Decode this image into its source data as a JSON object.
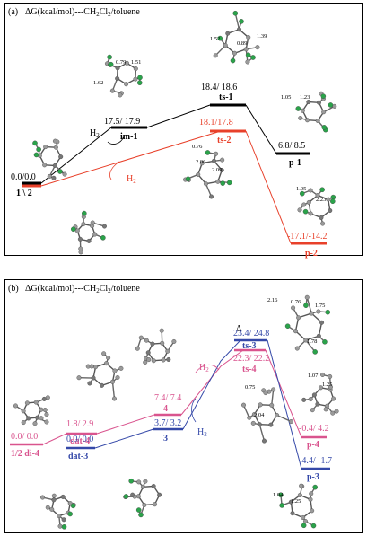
{
  "colors": {
    "black": "#000000",
    "red": "#e8402a",
    "pink": "#d9548e",
    "blue": "#3448a8",
    "green": "#2aa34a",
    "gray": "#9a9a9a",
    "ghost": "#cfe9cf"
  },
  "panel_a": {
    "tag": "(a)",
    "title_prefix": "ΔG(kcal/mol)---CH",
    "title_sub": "2",
    "title_mid": "Cl",
    "title_sub2": "2",
    "title_suffix": "/toluene",
    "states": {
      "start": {
        "energy": "0.0/0.0",
        "label": "1 \\ 2"
      },
      "im1": {
        "energy": "17.5/ 17.9",
        "label": "im-1"
      },
      "ts1": {
        "energy": "18.4/ 18.6",
        "label": "ts-1"
      },
      "p1": {
        "energy": "6.8/ 8.5",
        "label": "p-1"
      },
      "ts2": {
        "energy": "18.1/17.8",
        "label": "ts-2"
      },
      "p2": {
        "energy": "-17.1/-14.2",
        "label": "p-2"
      }
    },
    "h2_black": "H",
    "h2_red": "H",
    "h2_sub": "2",
    "distances": {
      "im1": [
        "0.79",
        "1.51",
        "1.62"
      ],
      "ts1": [
        "1.52",
        "0.89",
        "1.39"
      ],
      "p1": [
        "1.05",
        "1.23"
      ],
      "ts2": [
        "0.76",
        "2.06",
        "2.09"
      ],
      "p2": [
        "1.05",
        "2.23"
      ]
    }
  },
  "panel_b": {
    "tag": "(b)",
    "title_prefix": "ΔG(kcal/mol)---CH",
    "title_sub": "2",
    "title_mid": "Cl",
    "title_sub2": "2",
    "title_suffix": "/toluene",
    "delta": "Δ",
    "states": {
      "di4": {
        "energy": "0.0/ 0.0",
        "label": "1/2 di-4"
      },
      "dat4": {
        "energy": "1.8/ 2.9",
        "label": "dat-4"
      },
      "dat3": {
        "energy": "0.0/ 0.0",
        "label": "dat-3"
      },
      "four": {
        "energy": "7.4/ 7.4",
        "label": "4"
      },
      "three": {
        "energy": "3.7/ 3.2",
        "label": "3"
      },
      "ts3": {
        "energy": "23.4/ 24.8",
        "label": "ts-3"
      },
      "ts4": {
        "energy": "22.3/ 22.2",
        "label": "ts-4"
      },
      "p4": {
        "energy": "-0.4/ 4.2",
        "label": "p-4"
      },
      "p3": {
        "energy": "-4.4/ -1.7",
        "label": "p-3"
      }
    },
    "h2_pink": "H",
    "h2_blue": "H",
    "h2_sub": "2",
    "distances": {
      "ts3": [
        "2.16",
        "0.76",
        "1.75",
        "1.78"
      ],
      "ts4": [
        "0.75",
        "2.04"
      ],
      "p4": [
        "1.07",
        "1.25"
      ],
      "p3": [
        "1.04",
        "1.25"
      ]
    }
  }
}
